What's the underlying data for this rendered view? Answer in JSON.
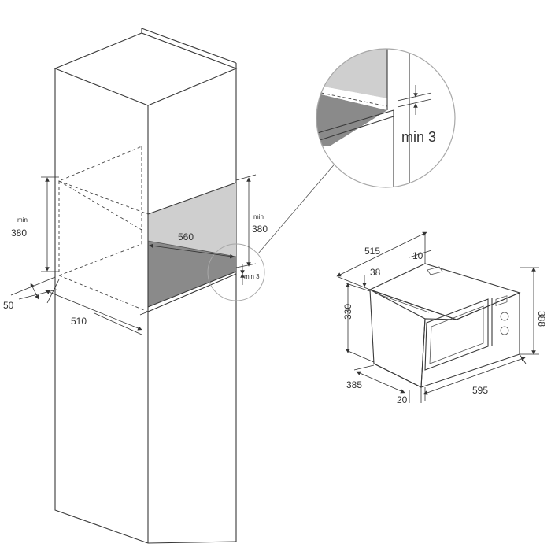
{
  "cabinet": {
    "left_min_label": "min",
    "left_height": "380",
    "right_min_label": "min",
    "right_height": "380",
    "width_label": "560",
    "depth_label": "510",
    "offset_label": "50",
    "gap_label": "min 3"
  },
  "detail": {
    "gap_label": "min 3"
  },
  "oven": {
    "depth_label": "515",
    "top_offset_label": "10",
    "side_offset_label": "38",
    "body_height_label": "330",
    "total_height_label": "388",
    "bottom_depth_label": "385",
    "front_offset_label": "20",
    "width_label": "595"
  },
  "colors": {
    "line": "#3a3a3a",
    "shade_dark": "#888888",
    "shade_light": "#cfcfcf",
    "circle": "#a8a8a8"
  }
}
